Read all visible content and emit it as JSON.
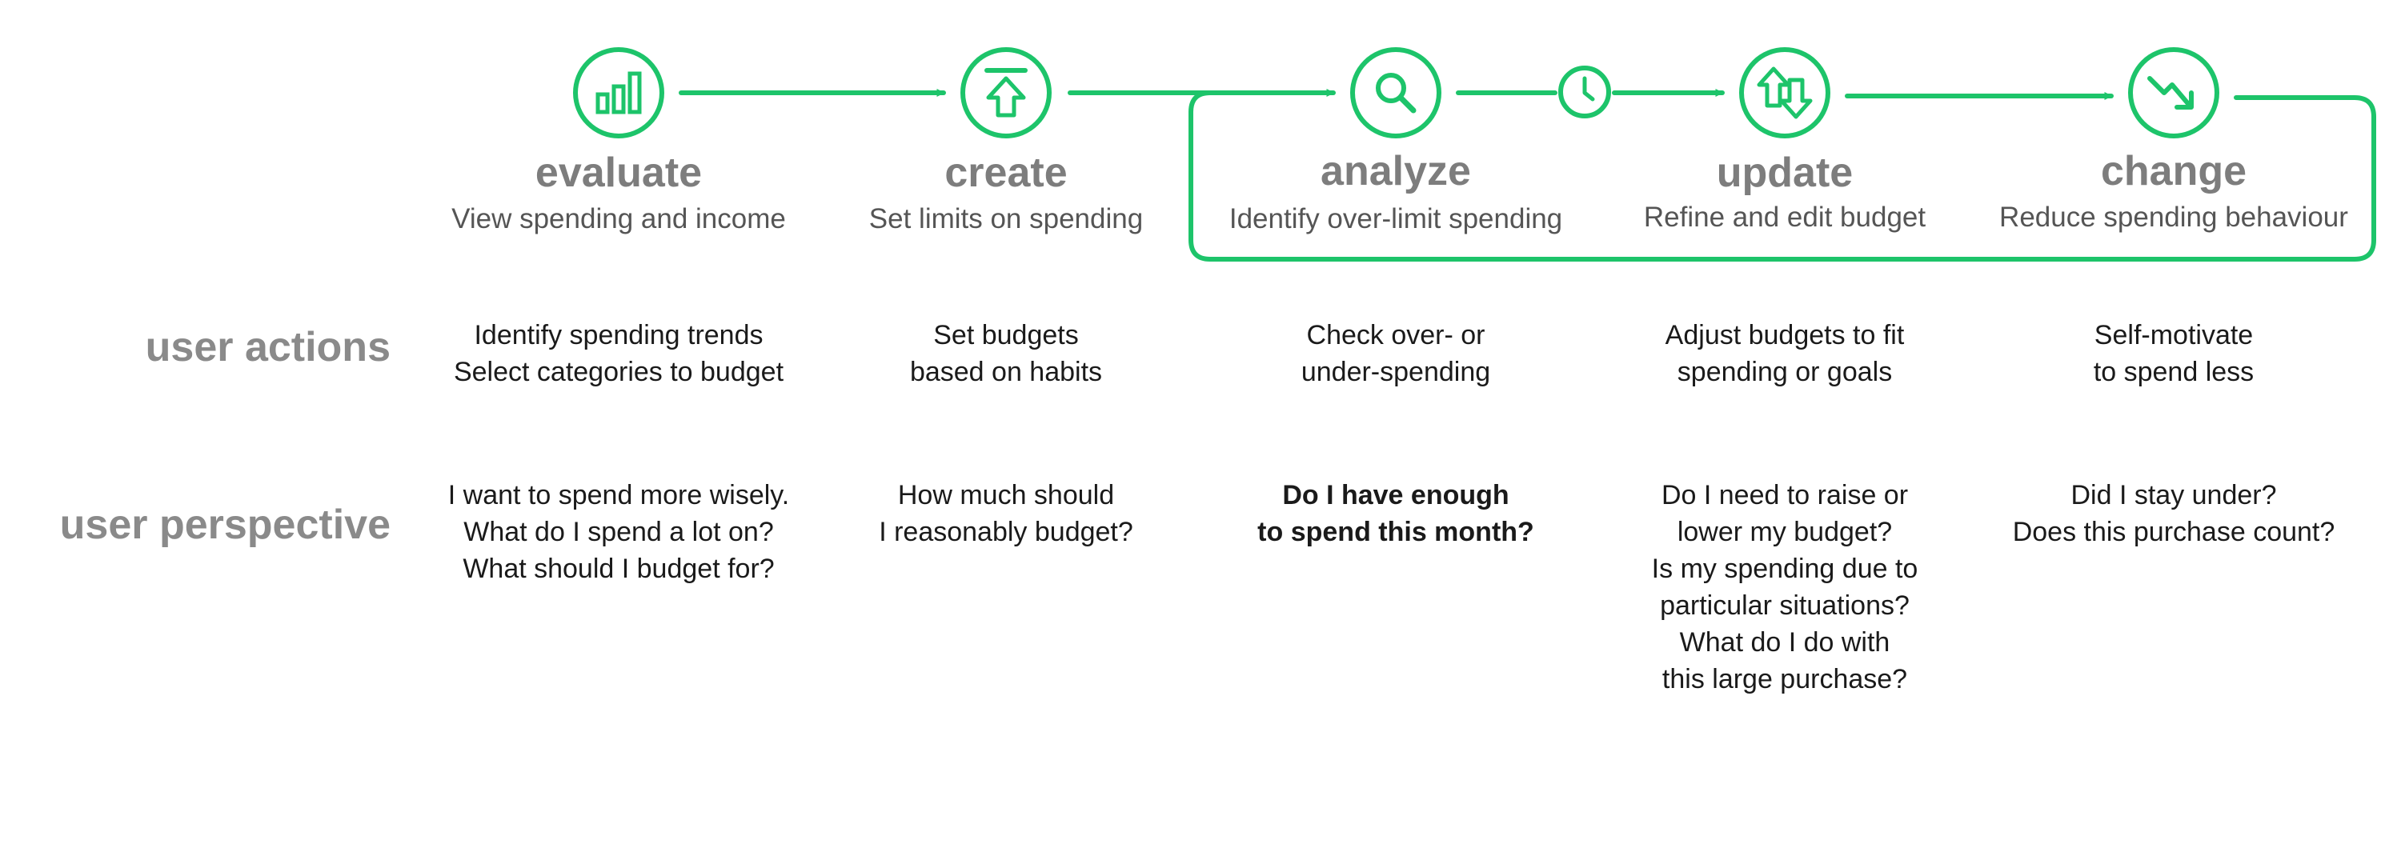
{
  "accent_color": "#1dc46a",
  "stages": [
    {
      "title": "evaluate",
      "subtitle": "View spending and income",
      "icon": "bar-chart-icon"
    },
    {
      "title": "create",
      "subtitle": "Set limits on spending",
      "icon": "upload-limit-icon"
    },
    {
      "title": "analyze",
      "subtitle": "Identify over-limit spending",
      "icon": "search-icon"
    },
    {
      "title": "update",
      "subtitle": "Refine and edit budget",
      "icon": "swap-arrows-icon"
    },
    {
      "title": "change",
      "subtitle": "Reduce spending behaviour",
      "icon": "trend-down-icon"
    }
  ],
  "clock_icon": "clock-icon",
  "rows": [
    {
      "label": "user actions",
      "cells": [
        {
          "lines": [
            "Identify spending trends",
            "Select categories to budget"
          ],
          "bold": false
        },
        {
          "lines": [
            "Set budgets",
            "based on habits"
          ],
          "bold": false
        },
        {
          "lines": [
            "Check over- or",
            "under-spending"
          ],
          "bold": false
        },
        {
          "lines": [
            "Adjust budgets to fit",
            "spending or goals"
          ],
          "bold": false
        },
        {
          "lines": [
            "Self-motivate",
            "to spend less"
          ],
          "bold": false
        }
      ]
    },
    {
      "label": "user perspective",
      "cells": [
        {
          "lines": [
            "I want to spend more wisely.",
            "What do I spend a lot on?",
            "What should I budget for?"
          ],
          "bold": false
        },
        {
          "lines": [
            "How much should",
            "I reasonably budget?"
          ],
          "bold": false
        },
        {
          "lines": [
            "Do I have enough",
            "to spend this month?"
          ],
          "bold": true
        },
        {
          "lines": [
            "Do I need to raise or",
            "lower my budget?",
            "Is my spending due to",
            "particular situations?",
            "What do I do with",
            "this large purchase?"
          ],
          "bold": false
        },
        {
          "lines": [
            "Did I stay under?",
            "Does this purchase count?"
          ],
          "bold": false
        }
      ]
    }
  ]
}
